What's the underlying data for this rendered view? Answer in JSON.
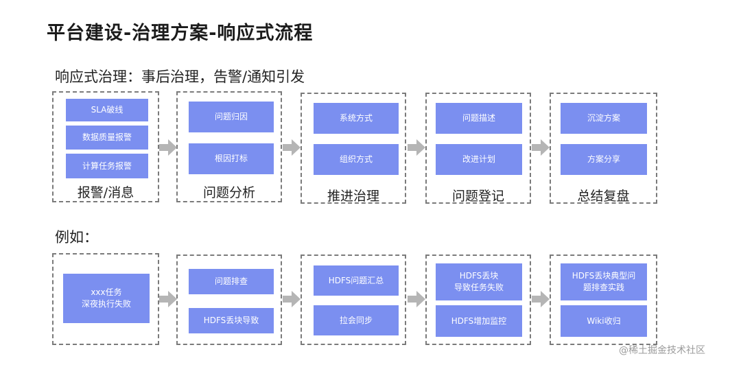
{
  "title": "平台建设-治理方案-响应式流程",
  "subtitle": "响应式治理：事后治理，告警/通知引发",
  "example_label": "例如：",
  "colors": {
    "box": "#7b8ff0",
    "arrow": "#b5b5b5",
    "border": "#7a7a7a"
  },
  "process": [
    {
      "label": "报警/消息",
      "items": [
        "SLA破线",
        "数据质量报警",
        "计算任务报警"
      ]
    },
    {
      "label": "问题分析",
      "items": [
        "问题归因",
        "根因打标"
      ]
    },
    {
      "label": "推进治理",
      "items": [
        "系统方式",
        "组织方式"
      ]
    },
    {
      "label": "问题登记",
      "items": [
        "问题描述",
        "改进计划"
      ]
    },
    {
      "label": "总结复盘",
      "items": [
        "沉淀方案",
        "方案分享"
      ]
    }
  ],
  "example": [
    {
      "items": [
        "xxx任务\n深夜执行失败"
      ]
    },
    {
      "items": [
        "问题排查",
        "HDFS丢块导致"
      ]
    },
    {
      "items": [
        "HDFS问题汇总",
        "拉会同步"
      ]
    },
    {
      "items": [
        "HDFS丢块\n导致任务失败",
        "HDFS增加监控"
      ]
    },
    {
      "items": [
        "HDFS丢块典型问\n题排查实践",
        "Wiki收归"
      ]
    }
  ],
  "watermark": "@稀土掘金技术社区"
}
